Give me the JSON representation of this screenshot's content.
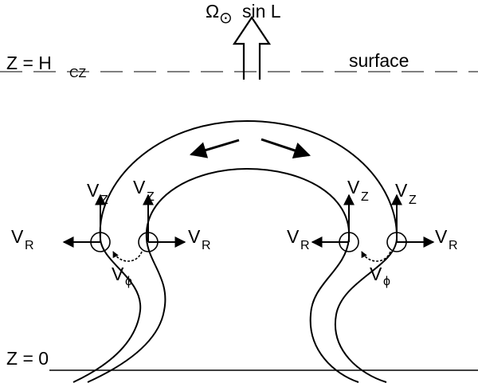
{
  "rotation": {
    "symbol": "Ω",
    "subscript": "⊙",
    "text": "sin L"
  },
  "top_level": {
    "label": "Z = H",
    "subscript": "CZ",
    "note": "surface"
  },
  "bottom_level": {
    "label": "Z = 0"
  },
  "velocities": {
    "vz_base": "V",
    "vz_sub": "Z",
    "vr_base": "V",
    "vr_sub": "R",
    "vphi_base": "V",
    "vphi_sub": "ϕ"
  }
}
